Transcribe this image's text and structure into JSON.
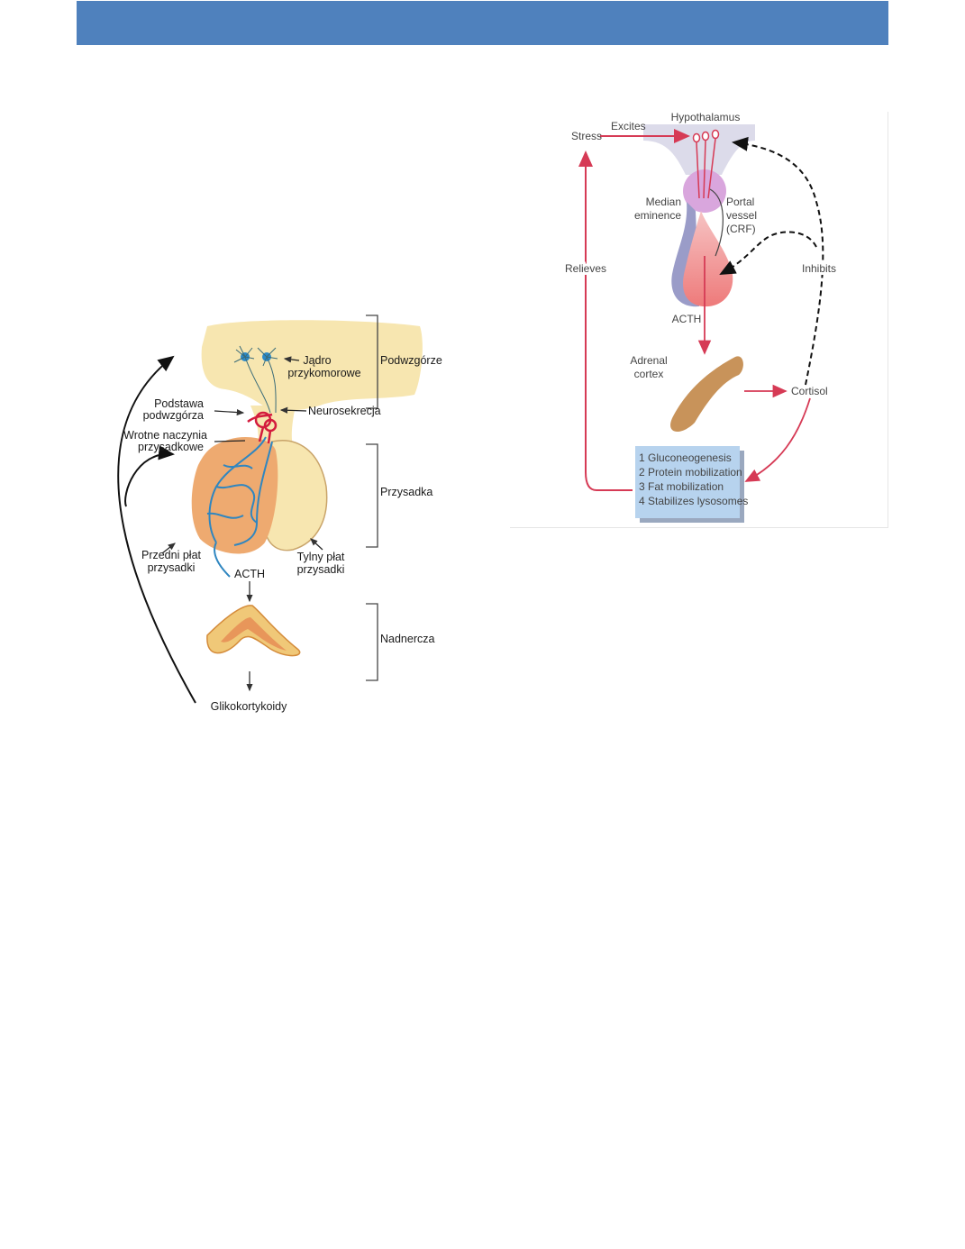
{
  "header": {
    "banner_color": "#4f81bd"
  },
  "left_diagram": {
    "labels": {
      "nucleus": [
        "Jądro",
        "przykomorowe"
      ],
      "base": [
        "Podstawa",
        "podwzgórza"
      ],
      "neurosecretion": "Neurosekrecja",
      "portal_vessels": [
        "Wrotne naczynia",
        "przysadkowe"
      ],
      "anterior_lobe": [
        "Przedni płat",
        "przysadki"
      ],
      "posterior_lobe": [
        "Tylny płat",
        "przysadki"
      ],
      "acth": "ACTH",
      "glucocorticoids": "Glikokortykoidy"
    },
    "brackets": {
      "hypothalamus": "Podwzgórze",
      "pituitary": "Przysadka",
      "adrenal": "Nadnercza"
    }
  },
  "right_diagram": {
    "labels": {
      "stress": "Stress",
      "excites": "Excites",
      "hypothalamus": "Hypothalamus",
      "median_eminence": [
        "Median",
        "eminence"
      ],
      "portal_vessel": [
        "Portal",
        "vessel",
        "(CRF)"
      ],
      "relieves": "Relieves",
      "inhibits": "Inhibits",
      "acth": "ACTH",
      "adrenal_cortex": [
        "Adrenal",
        "cortex"
      ],
      "cortisol": "Cortisol"
    },
    "effects_box": [
      "1 Gluconeogenesis",
      "2 Protein mobilization",
      "3 Fat mobilization",
      "4 Stabilizes lysosomes"
    ]
  }
}
